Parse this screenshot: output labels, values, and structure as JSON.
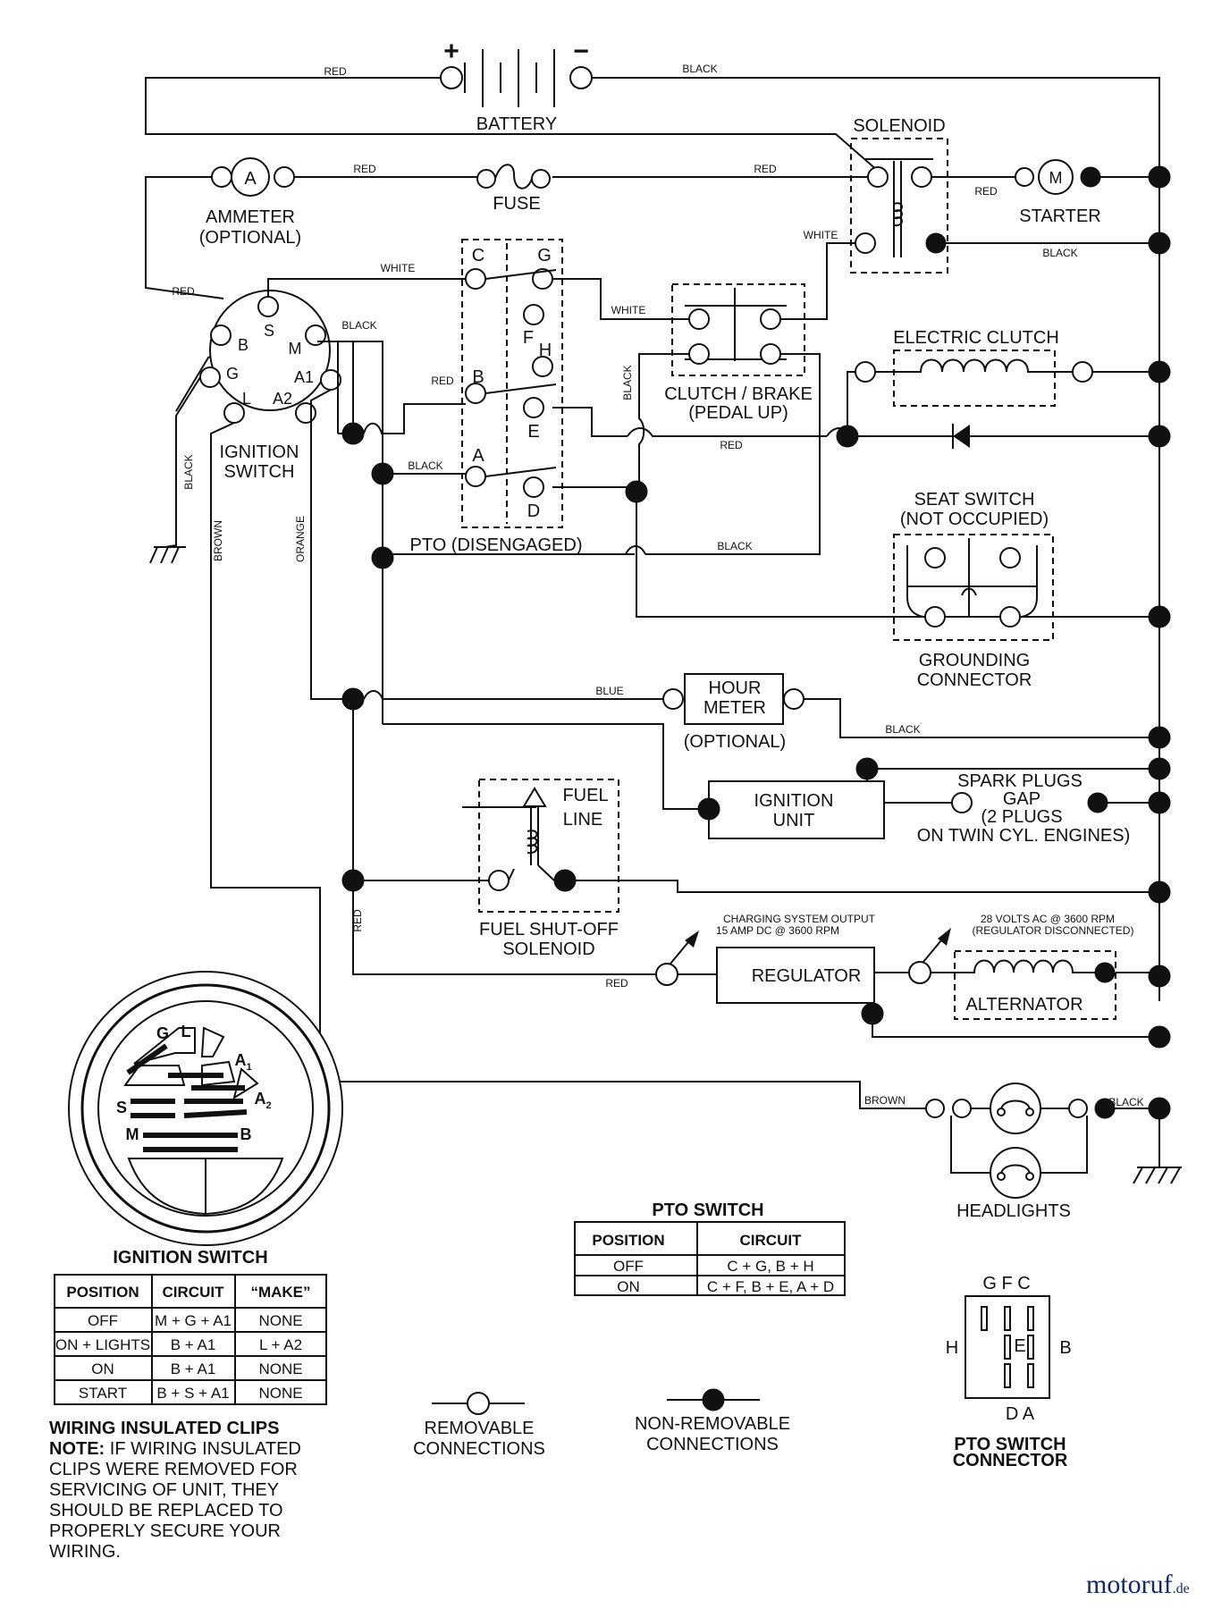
{
  "battery": {
    "plus": "+",
    "minus": "−",
    "label": "BATTERY"
  },
  "components": {
    "solenoid": "SOLENOID",
    "ammeter_symbol": "A",
    "ammeter_line1": "AMMETER",
    "ammeter_line2": "(OPTIONAL)",
    "fuse": "FUSE",
    "starter_symbol": "M",
    "starter": "STARTER",
    "electric_clutch": "ELECTRIC CLUTCH",
    "clutch_brake_line1": "CLUTCH / BRAKE",
    "clutch_brake_line2": "(PEDAL UP)",
    "ignition_switch_line1": "IGNITION",
    "ignition_switch_line2": "SWITCH",
    "pto": "PTO (DISENGAGED)",
    "seat_switch_line1": "SEAT SWITCH",
    "seat_switch_line2": "(NOT OCCUPIED)",
    "grounding_line1": "GROUNDING",
    "grounding_line2": "CONNECTOR",
    "hour_meter_line1": "HOUR",
    "hour_meter_line2": "METER",
    "hour_meter_opt": "(OPTIONAL)",
    "ignition_unit_line1": "IGNITION",
    "ignition_unit_line2": "UNIT",
    "spark_line1": "SPARK PLUGS",
    "spark_line2": "GAP",
    "spark_line3": "(2 PLUGS",
    "spark_line4": "ON TWIN CYL. ENGINES)",
    "fuel_line1": "FUEL",
    "fuel_line2": "LINE",
    "fuel_sol_line1": "FUEL SHUT-OFF",
    "fuel_sol_line2": "SOLENOID",
    "charging_line1": "CHARGING SYSTEM OUTPUT",
    "charging_line2": "15 AMP DC @ 3600 RPM",
    "volts_line1": "28 VOLTS AC @ 3600 RPM",
    "volts_line2": "(REGULATOR DISCONNECTED)",
    "regulator": "REGULATOR",
    "alternator": "ALTERNATOR",
    "headlights": "HEADLIGHTS"
  },
  "wire_labels": {
    "red": "RED",
    "black": "BLACK",
    "white": "WHITE",
    "blue": "BLUE",
    "brown": "BROWN",
    "orange": "ORANGE"
  },
  "terminals": {
    "ign": {
      "B": "B",
      "S": "S",
      "M": "M",
      "G": "G",
      "L": "L",
      "A1": "A1",
      "A2": "A2"
    },
    "pto": {
      "C": "C",
      "G": "G",
      "F": "F",
      "H": "H",
      "B": "B",
      "E": "E",
      "A": "A",
      "D": "D"
    }
  },
  "ign_face": {
    "G": "G",
    "L": "L",
    "A": "A",
    "one": "1",
    "two": "2",
    "S": "S",
    "M": "M",
    "B": "B"
  },
  "ignition_table": {
    "title": "IGNITION SWITCH",
    "headers": [
      "POSITION",
      "CIRCUIT",
      "“MAKE”"
    ],
    "rows": [
      [
        "OFF",
        "M + G + A1",
        "NONE"
      ],
      [
        "ON + LIGHTS",
        "B + A1",
        "L + A2"
      ],
      [
        "ON",
        "B + A1",
        "NONE"
      ],
      [
        "START",
        "B + S + A1",
        "NONE"
      ]
    ]
  },
  "pto_table": {
    "title": "PTO SWITCH",
    "headers": [
      "POSITION",
      "CIRCUIT"
    ],
    "rows": [
      [
        "OFF",
        "C + G, B + H"
      ],
      [
        "ON",
        "C + F, B + E, A + D"
      ]
    ]
  },
  "note": {
    "title": "WIRING INSULATED CLIPS",
    "prefix": "NOTE:",
    "line1": " IF WIRING INSULATED",
    "line2": "CLIPS WERE REMOVED FOR",
    "line3": "SERVICING OF UNIT, THEY",
    "line4": "SHOULD BE REPLACED TO",
    "line5": "PROPERLY SECURE YOUR",
    "line6": "WIRING."
  },
  "legend": {
    "removable_line1": "REMOVABLE",
    "removable_line2": "CONNECTIONS",
    "nonremovable_line1": "NON-REMOVABLE",
    "nonremovable_line2": "CONNECTIONS"
  },
  "pto_connector": {
    "top": "G F C",
    "left": "H",
    "center": "E",
    "right": "B",
    "bottom": "D A",
    "title_line1": "PTO SWITCH",
    "title_line2": "CONNECTOR"
  },
  "watermark": {
    "main": "motoruf",
    "tld": ".de"
  }
}
